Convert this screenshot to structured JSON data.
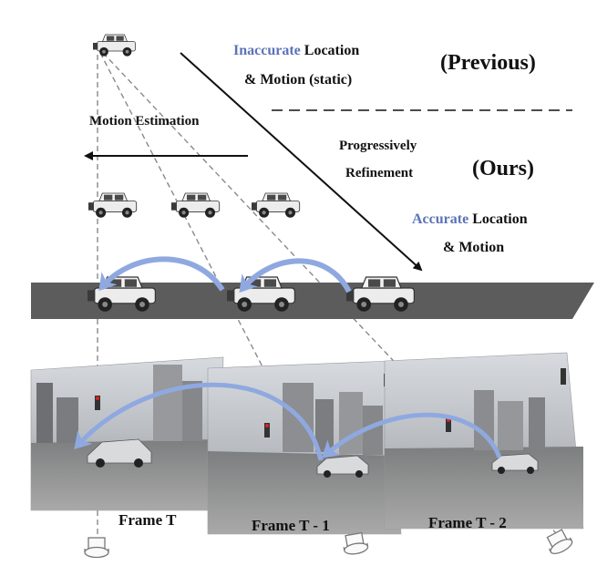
{
  "header": {
    "previous_line1_accent": "Inaccurate",
    "previous_line1_rest": " Location",
    "previous_line2": "& Motion (static)",
    "previous_tag": "(Previous)",
    "ours_tag": "(Ours)",
    "accurate_line1_accent": "Accurate",
    "accurate_line1_rest": " Location",
    "accurate_line2": "& Motion"
  },
  "labels": {
    "motion_estimation": "Motion Estimation",
    "progressive_line1": "Progressively",
    "progressive_line2": "Refinement"
  },
  "frames": [
    {
      "label": "Frame T"
    },
    {
      "label": "Frame T - 1"
    },
    {
      "label": "Frame T - 2"
    }
  ],
  "colors": {
    "accent_text": "#5b73b8",
    "motion_arrow": "#8fa9e0",
    "road": "#5c5c5c",
    "dashed_line": "#8a8a8a",
    "black_arrow": "#111111"
  }
}
